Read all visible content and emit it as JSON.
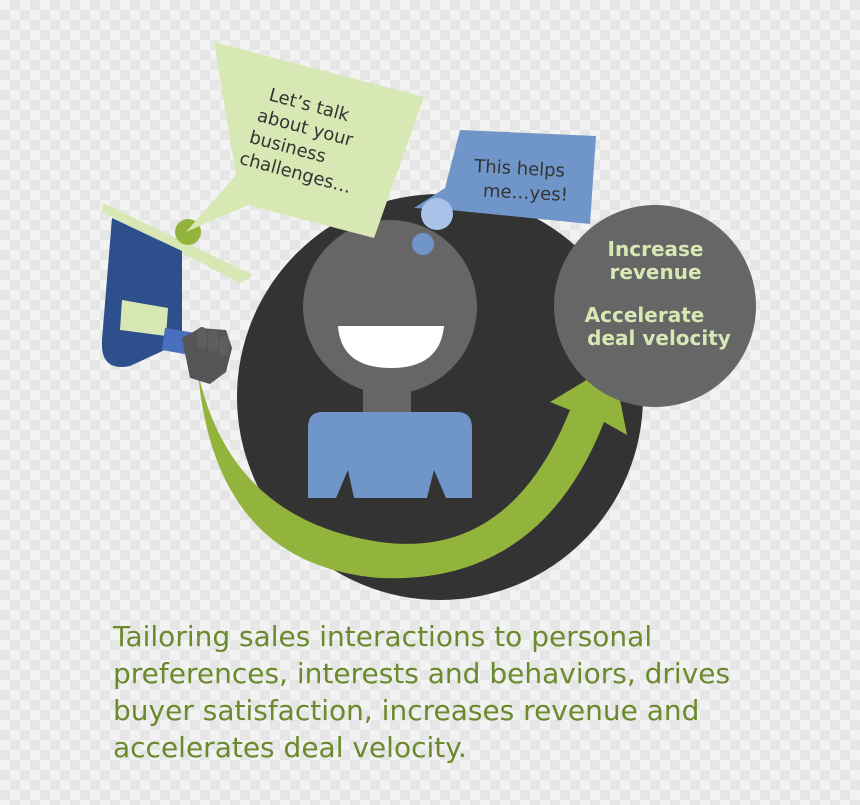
{
  "speech_bubble": {
    "lines": [
      "Let’s talk",
      "about your",
      "business",
      "challenges…"
    ]
  },
  "thought_bubble": {
    "lines": [
      "This helps",
      "me…yes!"
    ]
  },
  "outcomes": {
    "first": [
      "Increase",
      "revenue"
    ],
    "second": [
      "Accelerate",
      "deal velocity"
    ]
  },
  "caption": "Tailoring sales interactions to personal preferences, interests and behaviors, drives buyer satisfaction, increases revenue and accelerates deal velocity.",
  "colors": {
    "dark_circle": "#333333",
    "person_gray": "#666666",
    "shirt_blue": "#7095c8",
    "megaphone_blue": "#2d4f8c",
    "green_arrow": "#92b43c",
    "light_green": "#d8e8b5",
    "caption_green": "#6b8a2e",
    "outcome_text": "#d8e8b5"
  },
  "icons": [
    "megaphone-icon",
    "hand-icon",
    "person-icon",
    "arrow-icon"
  ]
}
